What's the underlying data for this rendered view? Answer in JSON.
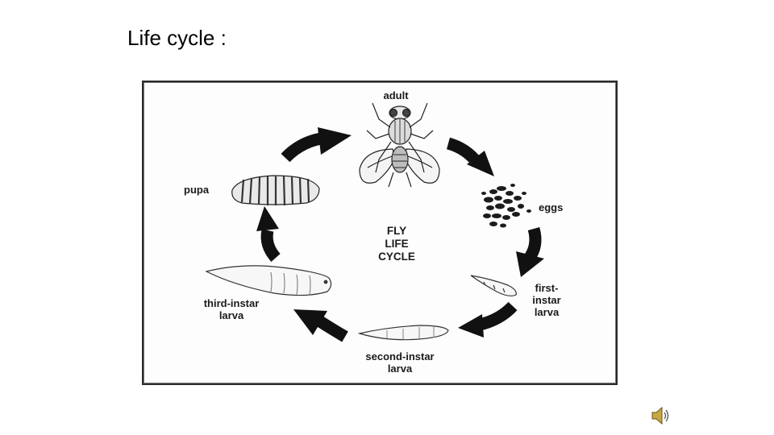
{
  "slide": {
    "title": "Life cycle :"
  },
  "diagram": {
    "center_title": "FLY\nLIFE\nCYCLE",
    "stages": [
      {
        "id": "adult",
        "label": "adult",
        "icon": "fly-icon"
      },
      {
        "id": "eggs",
        "label": "eggs",
        "icon": "egg-cluster-icon"
      },
      {
        "id": "first-instar",
        "label": "first-\ninstar\nlarva",
        "icon": "larva-icon"
      },
      {
        "id": "second-instar",
        "label": "second-instar\nlarva",
        "icon": "larva-icon"
      },
      {
        "id": "third-instar",
        "label": "third-instar\nlarva",
        "icon": "larva-icon"
      },
      {
        "id": "pupa",
        "label": "pupa",
        "icon": "pupa-icon"
      }
    ],
    "arrow_color": "#111111",
    "line_color": "#222222"
  },
  "media": {
    "audio_icon": "speaker-icon"
  }
}
